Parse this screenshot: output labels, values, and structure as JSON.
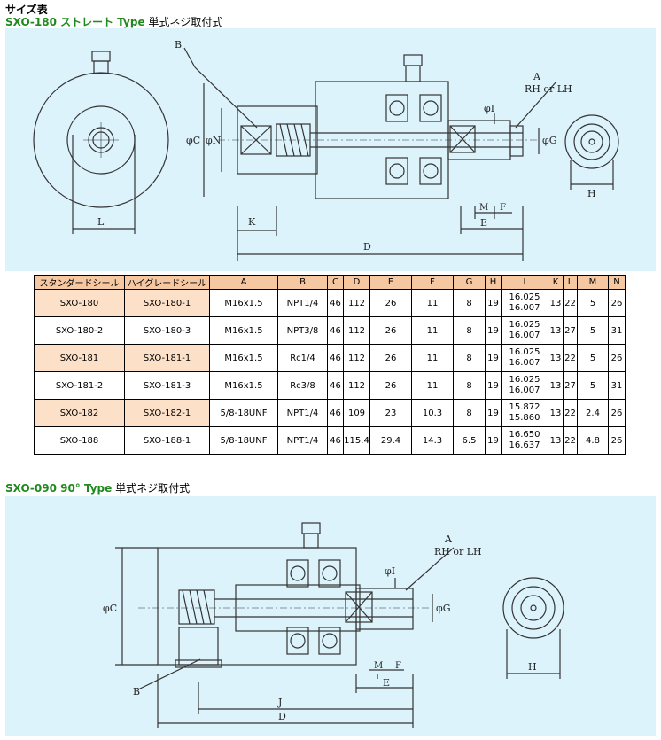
{
  "page_title": "サイズ表",
  "section1": {
    "code": "SXO-180 ストレート Type",
    "subtitle": "単式ネジ取付式",
    "labels": {
      "B": "B",
      "A": "A",
      "rh_lh": "RH or LH",
      "phi_I": "φI",
      "phi_C": "φC",
      "phi_N": "φN",
      "phi_G": "φG",
      "L": "L",
      "K": "K",
      "D": "D",
      "M": "M",
      "F": "F",
      "E": "E",
      "H": "H"
    }
  },
  "table": {
    "headers": [
      "スタンダードシール",
      "ハイグレードシール",
      "A",
      "B",
      "C",
      "D",
      "E",
      "F",
      "G",
      "H",
      "I",
      "K",
      "L",
      "M",
      "N"
    ],
    "rows": [
      {
        "std": "SXO-180",
        "high": "SXO-180-1",
        "A": "M16x1.5",
        "B": "NPT1/4",
        "C": "46",
        "D": "112",
        "E": "26",
        "F": "11",
        "G": "8",
        "H": "19",
        "I1": "16.025",
        "I2": "16.007",
        "K": "13",
        "L": "22",
        "M": "5",
        "N": "26"
      },
      {
        "std": "SXO-180-2",
        "high": "SXO-180-3",
        "A": "M16x1.5",
        "B": "NPT3/8",
        "C": "46",
        "D": "112",
        "E": "26",
        "F": "11",
        "G": "8",
        "H": "19",
        "I1": "16.025",
        "I2": "16.007",
        "K": "13",
        "L": "27",
        "M": "5",
        "N": "31"
      },
      {
        "std": "SXO-181",
        "high": "SXO-181-1",
        "A": "M16x1.5",
        "B": "Rc1/4",
        "C": "46",
        "D": "112",
        "E": "26",
        "F": "11",
        "G": "8",
        "H": "19",
        "I1": "16.025",
        "I2": "16.007",
        "K": "13",
        "L": "22",
        "M": "5",
        "N": "26"
      },
      {
        "std": "SXO-181-2",
        "high": "SXO-181-3",
        "A": "M16x1.5",
        "B": "Rc3/8",
        "C": "46",
        "D": "112",
        "E": "26",
        "F": "11",
        "G": "8",
        "H": "19",
        "I1": "16.025",
        "I2": "16.007",
        "K": "13",
        "L": "27",
        "M": "5",
        "N": "31"
      },
      {
        "std": "SXO-182",
        "high": "SXO-182-1",
        "A": "5/8-18UNF",
        "B": "NPT1/4",
        "C": "46",
        "D": "109",
        "E": "23",
        "F": "10.3",
        "G": "8",
        "H": "19",
        "I1": "15.872",
        "I2": "15.860",
        "K": "13",
        "L": "22",
        "M": "2.4",
        "N": "26"
      },
      {
        "std": "SXO-188",
        "high": "SXO-188-1",
        "A": "5/8-18UNF",
        "B": "NPT1/4",
        "C": "46",
        "D": "115.4",
        "E": "29.4",
        "F": "14.3",
        "G": "6.5",
        "H": "19",
        "I1": "16.650",
        "I2": "16.637",
        "K": "13",
        "L": "22",
        "M": "4.8",
        "N": "26"
      }
    ]
  },
  "section2": {
    "code": "SXO-090 90° Type",
    "subtitle": "単式ネジ取付式",
    "labels": {
      "A": "A",
      "rh_lh": "RH or LH",
      "phi_I": "φI",
      "phi_C": "φC",
      "phi_G": "φG",
      "B": "B",
      "M": "M",
      "F": "F",
      "E": "E",
      "J": "J",
      "D": "D",
      "H": "H"
    }
  },
  "colors": {
    "diagram_bg": "#ddf3fc",
    "header_bg": "#f6c8a2",
    "row_alt_bg": "#fde0c8",
    "title_green": "#1e8a1e"
  }
}
